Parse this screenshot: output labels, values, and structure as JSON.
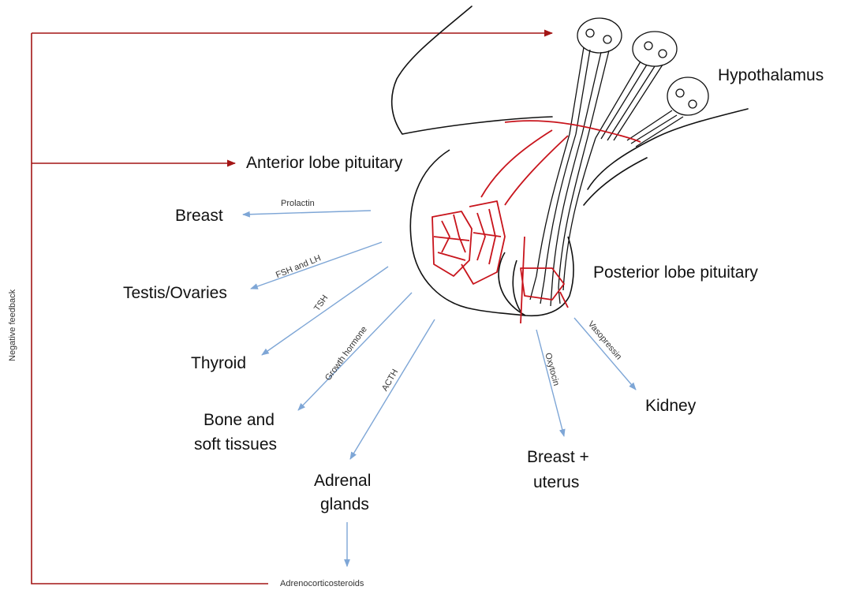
{
  "colors": {
    "feedback_arrow": "#a31515",
    "hormone_arrow": "#7ea6d6",
    "vessels": "#c8141c",
    "ink": "#111111"
  },
  "labels": {
    "hypothalamus": "Hypothalamus",
    "anterior": "Anterior lobe pituitary",
    "posterior": "Posterior lobe pituitary",
    "breast": "Breast",
    "testis": "Testis/Ovaries",
    "thyroid": "Thyroid",
    "bone_line1": "Bone and",
    "bone_line2": "soft tissues",
    "adrenal_line1": "Adrenal",
    "adrenal_line2": "glands",
    "breast_uterus_line1": "Breast +",
    "breast_uterus_line2": "uterus",
    "kidney": "Kidney",
    "adrenocorticosteroids": "Adrenocorticosteroids",
    "negative_feedback": "Negative feedback"
  },
  "hormones": {
    "prolactin": "Prolactin",
    "fsh_lh": "FSH and LH",
    "tsh": "TSH",
    "growth_hormone": "Growth hormone",
    "acth": "ACTH",
    "oxytocin": "Oxytocin",
    "vasopressin": "Vasopressin"
  }
}
